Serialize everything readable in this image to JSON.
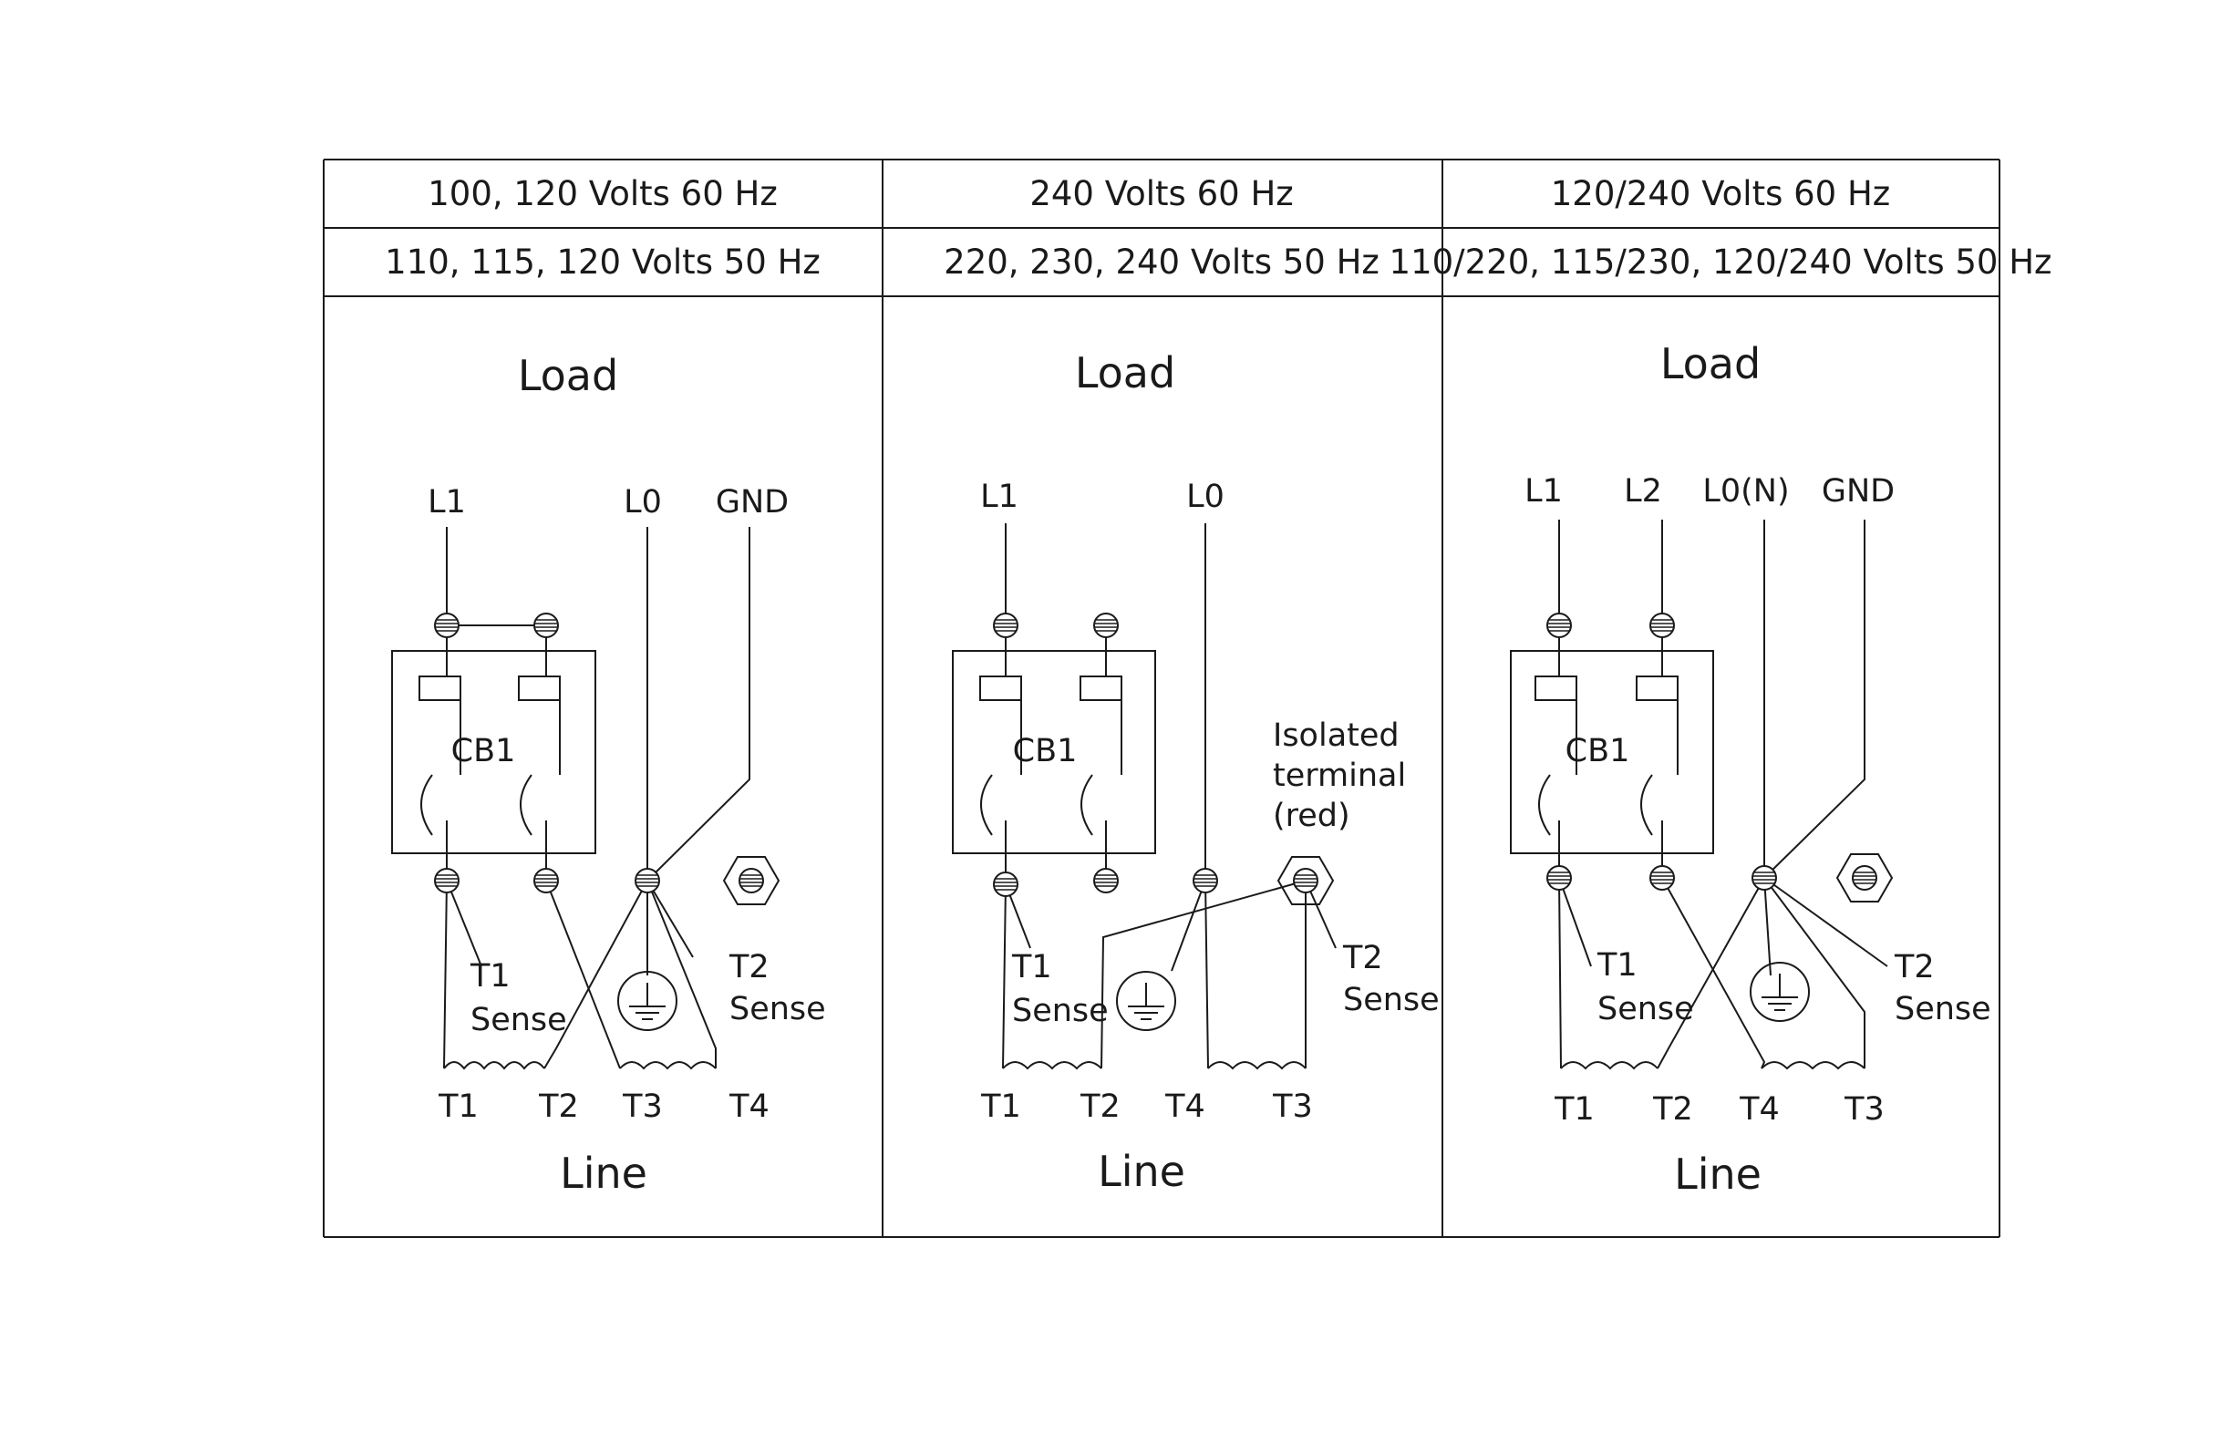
{
  "panels": [
    {
      "header_60hz": "100, 120 Volts 60 Hz",
      "header_50hz": "110, 115, 120 Volts 50 Hz",
      "load": "Load",
      "line": "Line",
      "breaker": "CB1",
      "top_labels": [
        "L1",
        "L0",
        "GND"
      ],
      "bottom_labels": [
        "T1",
        "T2",
        "T3",
        "T4"
      ],
      "t1_sense": [
        "T1",
        "Sense"
      ],
      "t2_sense": [
        "T2",
        "Sense"
      ]
    },
    {
      "header_60hz": "240 Volts 60 Hz",
      "header_50hz": "220, 230, 240 Volts 50 Hz",
      "load": "Load",
      "line": "Line",
      "breaker": "CB1",
      "top_labels": [
        "L1",
        "L0"
      ],
      "bottom_labels": [
        "T1",
        "T2",
        "T4",
        "T3"
      ],
      "t1_sense": [
        "T1",
        "Sense"
      ],
      "t2_sense": [
        "T2",
        "Sense"
      ],
      "isolated_note": [
        "Isolated",
        "terminal",
        "(red)"
      ]
    },
    {
      "header_60hz": "120/240 Volts 60 Hz",
      "header_50hz": "110/220, 115/230, 120/240 Volts 50 Hz",
      "load": "Load",
      "line": "Line",
      "breaker": "CB1",
      "top_labels": [
        "L1",
        "L2",
        "L0(N)",
        "GND"
      ],
      "bottom_labels": [
        "T1",
        "T2",
        "T4",
        "T3"
      ],
      "t1_sense": [
        "T1",
        "Sense"
      ],
      "t2_sense": [
        "T2",
        "Sense"
      ]
    }
  ]
}
